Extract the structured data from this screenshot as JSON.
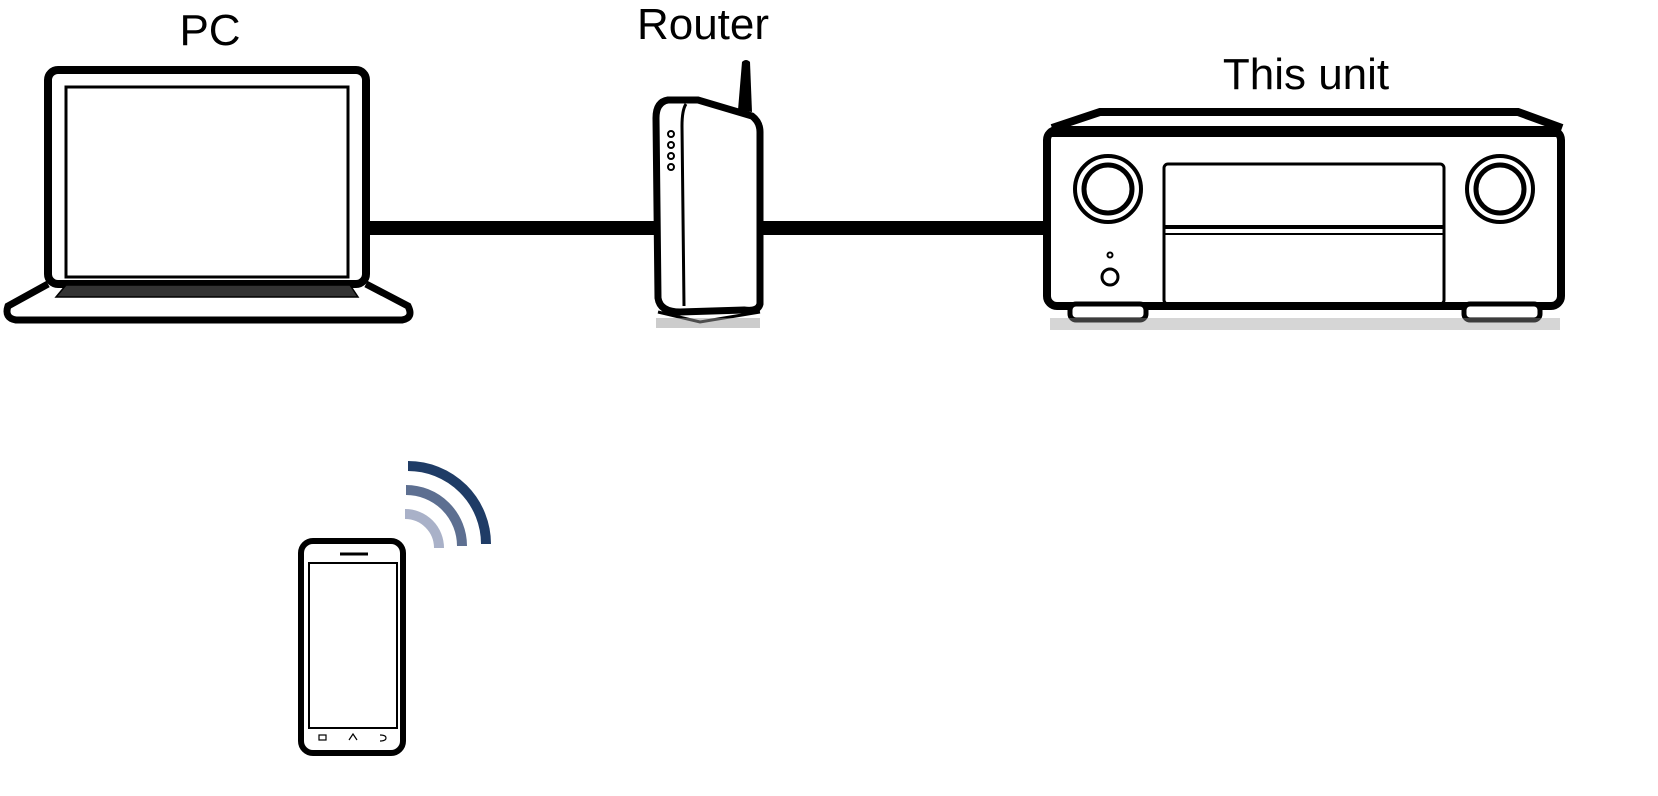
{
  "labels": {
    "pc": "PC",
    "router": "Router",
    "unit": "This unit"
  },
  "colors": {
    "wifi_strong": "#1f3c66",
    "wifi_mid": "#5d6f91",
    "wifi_weak": "#a9b1c8",
    "line": "#000000"
  },
  "icons": [
    "laptop-icon",
    "router-icon",
    "av-receiver-icon",
    "smartphone-icon",
    "wifi-signal-icon"
  ]
}
